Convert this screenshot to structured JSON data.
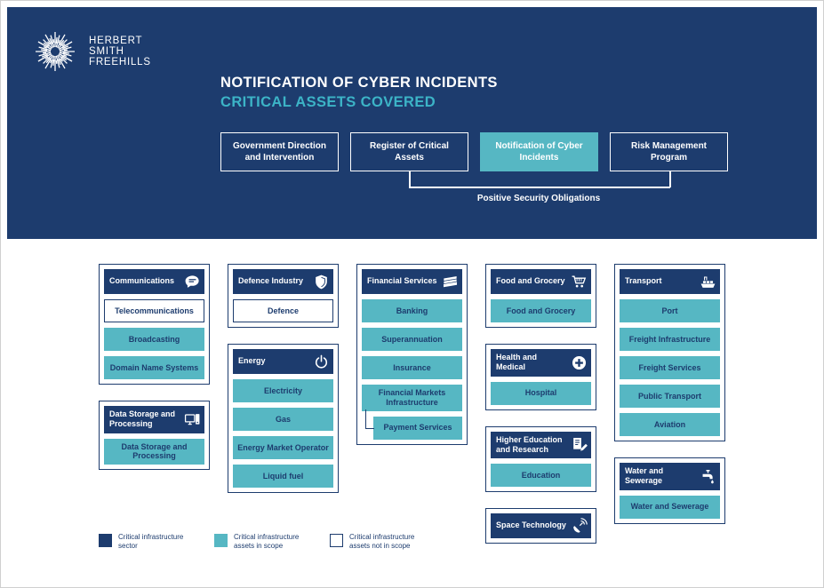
{
  "colors": {
    "navy": "#1d3c6e",
    "teal": "#56b7c3",
    "subtitle_teal": "#3cb4c7"
  },
  "logo": {
    "lines": [
      "HERBERT",
      "SMITH",
      "FREEHILLS"
    ]
  },
  "banner": {
    "title": "NOTIFICATION OF CYBER INCIDENTS",
    "subtitle": "CRITICAL ASSETS COVERED",
    "pills": [
      {
        "label": "Government Direction and Intervention",
        "highlight": false
      },
      {
        "label": "Register of Critical Assets",
        "highlight": false
      },
      {
        "label": "Notification of Cyber Incidents",
        "highlight": true
      },
      {
        "label": "Risk Management Program",
        "highlight": false
      }
    ],
    "bracket_label": "Positive Security Obligations"
  },
  "columns": [
    {
      "groups": [
        {
          "name": "Communications",
          "icon": "speech-bubble-icon",
          "assets": [
            {
              "label": "Telecommunications",
              "scope": "out"
            },
            {
              "label": "Broadcasting",
              "scope": "in"
            },
            {
              "label": "Domain Name Systems",
              "scope": "in"
            }
          ]
        },
        {
          "name": "Data Storage and Processing",
          "icon": "computer-icon",
          "assets": [
            {
              "label": "Data Storage and Processing",
              "scope": "in"
            }
          ]
        }
      ]
    },
    {
      "groups": [
        {
          "name": "Defence Industry",
          "icon": "shield-icon",
          "assets": [
            {
              "label": "Defence",
              "scope": "out"
            }
          ]
        },
        {
          "name": "Energy",
          "icon": "power-icon",
          "assets": [
            {
              "label": "Electricity",
              "scope": "in"
            },
            {
              "label": "Gas",
              "scope": "in"
            },
            {
              "label": "Energy Market Operator",
              "scope": "in"
            },
            {
              "label": "Liquid fuel",
              "scope": "in"
            }
          ]
        }
      ]
    },
    {
      "groups": [
        {
          "name": "Financial Services",
          "icon": "banknotes-icon",
          "assets": [
            {
              "label": "Banking",
              "scope": "in"
            },
            {
              "label": "Superannuation",
              "scope": "in"
            },
            {
              "label": "Insurance",
              "scope": "in"
            },
            {
              "label": "Financial Markets Infrastructure",
              "scope": "in",
              "children": [
                {
                  "label": "Payment Services",
                  "scope": "in"
                }
              ]
            }
          ]
        }
      ]
    },
    {
      "groups": [
        {
          "name": "Food and Grocery",
          "icon": "cart-icon",
          "assets": [
            {
              "label": "Food and Grocery",
              "scope": "in"
            }
          ]
        },
        {
          "name": "Health and Medical",
          "icon": "medical-cross-icon",
          "assets": [
            {
              "label": "Hospital",
              "scope": "in"
            }
          ]
        },
        {
          "name": "Higher Education and Research",
          "icon": "pen-paper-icon",
          "assets": [
            {
              "label": "Education",
              "scope": "in"
            }
          ]
        },
        {
          "name": "Space Technology",
          "icon": "satellite-icon",
          "assets": []
        }
      ]
    },
    {
      "groups": [
        {
          "name": "Transport",
          "icon": "ship-icon",
          "assets": [
            {
              "label": "Port",
              "scope": "in"
            },
            {
              "label": "Freight Infrastructure",
              "scope": "in"
            },
            {
              "label": "Freight Services",
              "scope": "in"
            },
            {
              "label": "Public Transport",
              "scope": "in"
            },
            {
              "label": "Aviation",
              "scope": "in"
            }
          ]
        },
        {
          "name": "Water and Sewerage",
          "icon": "tap-icon",
          "assets": [
            {
              "label": "Water and Sewerage",
              "scope": "in"
            }
          ]
        }
      ]
    }
  ],
  "legend": [
    {
      "label": "Critical infrastructure sector",
      "type": "sector"
    },
    {
      "label": "Critical infrastructure assets in scope",
      "type": "in"
    },
    {
      "label": "Critical infrastructure assets not in scope",
      "type": "out"
    }
  ]
}
